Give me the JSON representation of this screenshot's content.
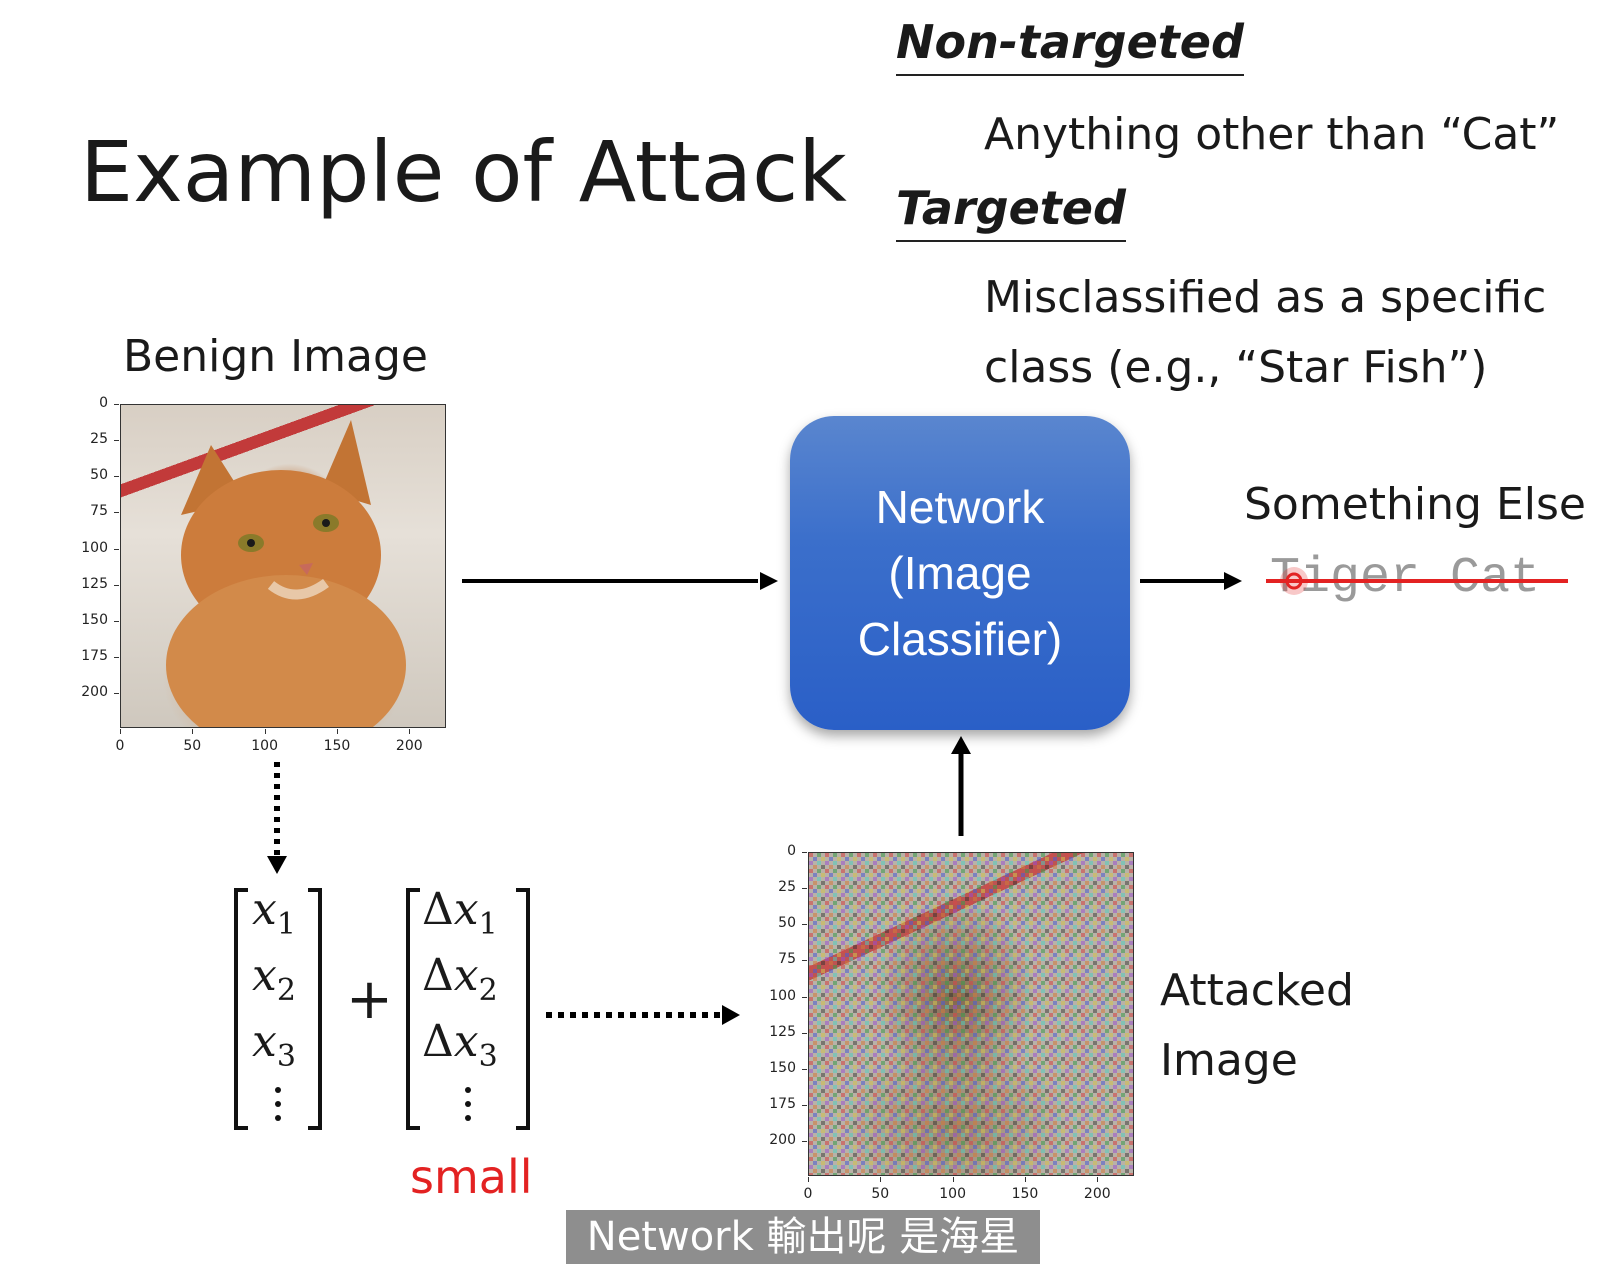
{
  "title": "Example of Attack",
  "non_targeted": {
    "heading": "Non-targeted",
    "text": "Anything other than “Cat”"
  },
  "targeted": {
    "heading": "Targeted",
    "line1": "Misclassified as a specific",
    "line2": "class (e.g., “Star Fish”)"
  },
  "benign_label": "Benign Image",
  "attacked_label": {
    "line1": "Attacked",
    "line2": "Image"
  },
  "classifier": {
    "line1": "Network",
    "line2": "(Image",
    "line3": "Classifier)"
  },
  "output": {
    "label": "Something Else",
    "struck": "Tiger Cat"
  },
  "vector_x": [
    "x",
    "x",
    "x"
  ],
  "vector_subscripts": [
    "1",
    "2",
    "3"
  ],
  "vector_dx_prefix": "Δ",
  "plus": "+",
  "small_label": "small",
  "axis_ticks": {
    "y": [
      "0",
      "25",
      "50",
      "75",
      "100",
      "125",
      "150",
      "175",
      "200"
    ],
    "x": [
      "0",
      "50",
      "100",
      "150",
      "200"
    ]
  },
  "subtitle": "Network 輸出呢 是海星",
  "colors": {
    "classifier": "#3b6fcb",
    "strike": "#e32222",
    "small": "#e32222"
  }
}
